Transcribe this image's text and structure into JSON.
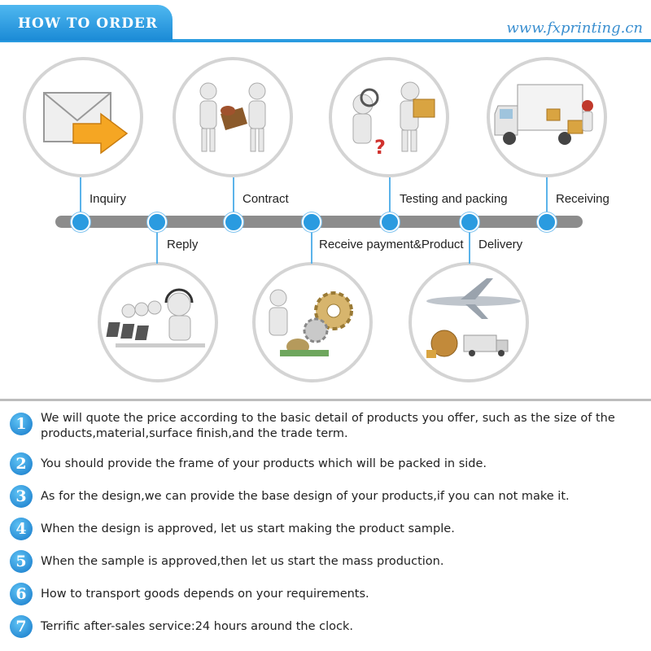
{
  "header": {
    "title": "HOW TO ORDER",
    "url": "www.fxprinting.cn"
  },
  "colors": {
    "accent": "#2a9be0",
    "track": "#8c8c8c"
  },
  "timeline": {
    "top_labels": [
      "Inquiry",
      "Contract",
      "Testing and packing",
      "Receiving"
    ],
    "bottom_labels": [
      "Reply",
      "Receive payment&Product",
      "Delivery"
    ]
  },
  "icons": {
    "top": [
      "envelope-arrow-icon",
      "handshake-contract-icon",
      "inspecting-package-icon",
      "delivery-truck-icon"
    ],
    "bottom": [
      "call-center-icon",
      "payment-gears-icon",
      "airplane-shipping-icon"
    ]
  },
  "steps": [
    {
      "num": "1",
      "text": "We will quote the price according to the basic detail of products you offer, such as the size of the products,material,surface finish,and the trade term."
    },
    {
      "num": "2",
      "text": "You should provide the frame of your products which will be packed in side."
    },
    {
      "num": "3",
      "text": "As for the design,we can provide the base design of your products,if you can not make it."
    },
    {
      "num": "4",
      "text": "When the design is approved, let us start making the product sample."
    },
    {
      "num": "5",
      "text": "When the sample is approved,then let us start the mass production."
    },
    {
      "num": "6",
      "text": "How to transport goods depends on your requirements."
    },
    {
      "num": "7",
      "text": "Terrific after-sales service:24 hours around the clock."
    }
  ]
}
